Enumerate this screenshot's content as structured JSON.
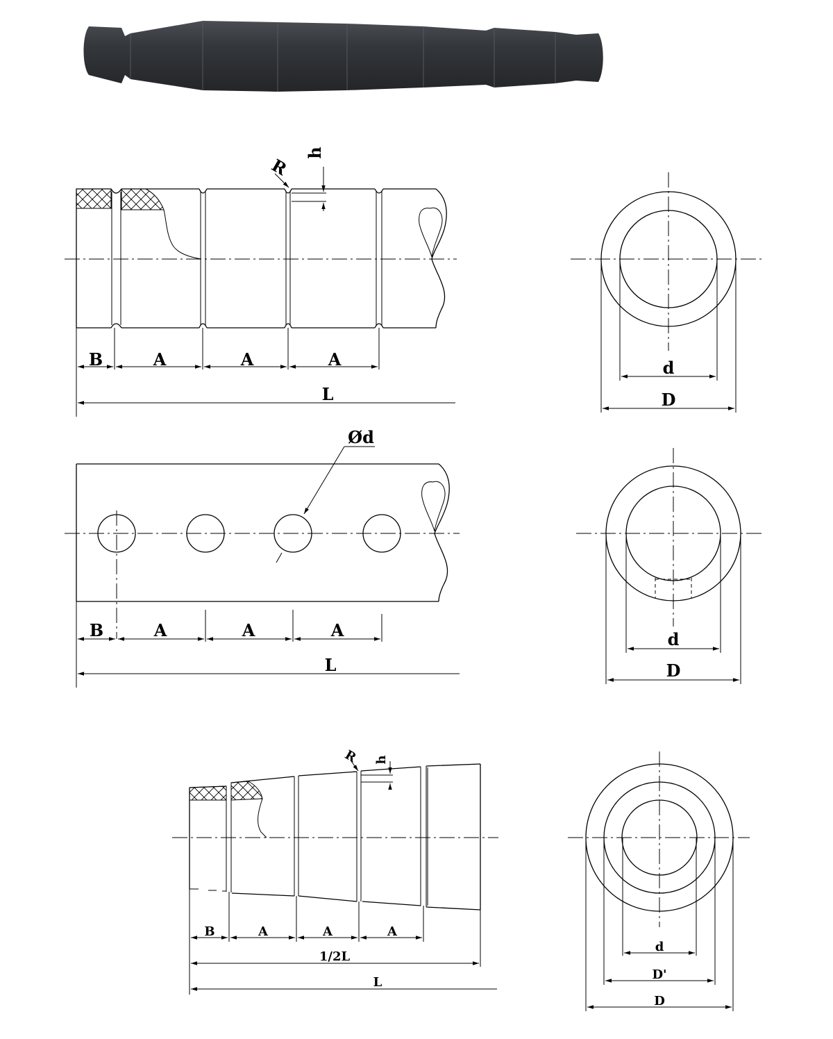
{
  "labels": {
    "B": "B",
    "A": "A",
    "L": "L",
    "d": "d",
    "D": "D",
    "D_prime": "D'",
    "R": "R",
    "h": "h",
    "phi_d": "Ød",
    "half_L": "1/2L"
  },
  "colors": {
    "line": "#000000",
    "product": "#34373b",
    "product_highlight": "#4a4d52",
    "background": "#ffffff"
  }
}
